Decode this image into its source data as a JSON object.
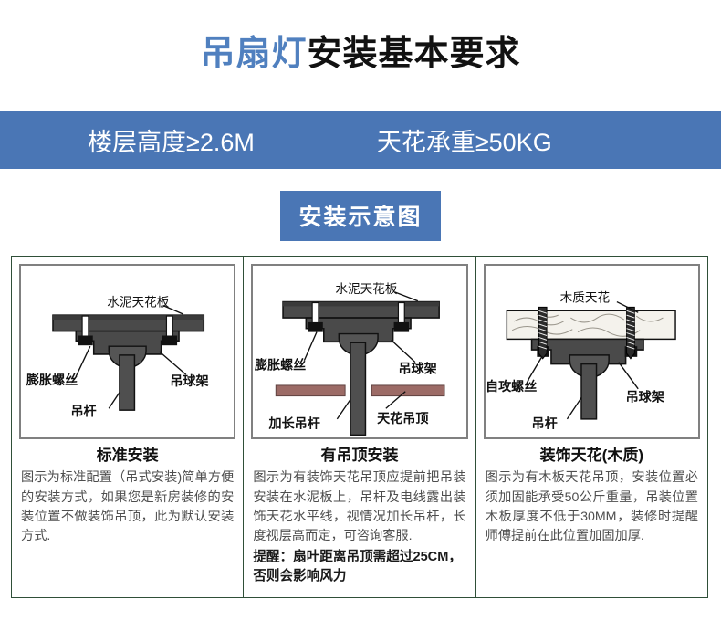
{
  "header": {
    "title_accent": "吊扇灯",
    "title_rest": "安装基本要求",
    "accent_color": "#5080bf"
  },
  "requirement_banner": {
    "background_color": "#4a76b5",
    "items": [
      {
        "label": "楼层高度≥2.6M"
      },
      {
        "label": "天花承重≥50KG"
      }
    ]
  },
  "section_badge": {
    "label": "安装示意图",
    "background_color": "#4a76b5"
  },
  "panels": [
    {
      "id": "standard-installation",
      "title": "标准安装",
      "body": "图示为标准配置（吊式安装)简单方便的安装方式，如果您是新房装修的安装位置不做装饰吊顶，此为默认安装方式.",
      "note": "",
      "diagram": {
        "ceiling_type": "cement",
        "ceiling_color": "#4a4a4a",
        "labels": [
          {
            "name": "cement-ceiling",
            "text": "水泥天花板"
          },
          {
            "name": "expansion-screw",
            "text": "膨胀螺丝"
          },
          {
            "name": "ball-hanger",
            "text": "吊球架"
          },
          {
            "name": "downrod",
            "text": "吊杆"
          }
        ]
      }
    },
    {
      "id": "suspended-ceiling-installation",
      "title": "有吊顶安装",
      "body": "图示为有装饰天花吊顶应提前把吊装安装在水泥板上，吊杆及电线露出装饰天花水平线，视情况加长吊杆，长度视层高而定，可咨询客服.",
      "note": "提醒：扇叶距离吊顶需超过25CM，否则会影响风力",
      "diagram": {
        "ceiling_type": "cement",
        "ceiling_color": "#4a4a4a",
        "false_ceiling_color": "#9c6b66",
        "labels": [
          {
            "name": "cement-ceiling",
            "text": "水泥天花板"
          },
          {
            "name": "expansion-screw",
            "text": "膨胀螺丝"
          },
          {
            "name": "ball-hanger",
            "text": "吊球架"
          },
          {
            "name": "extended-downrod",
            "text": "加长吊杆"
          },
          {
            "name": "false-ceiling",
            "text": "天花吊顶"
          }
        ]
      }
    },
    {
      "id": "wooden-decorative-ceiling",
      "title": "装饰天花(木质)",
      "body": "图示为有木板天花吊顶，安装位置必须加固能承受50公斤重量，吊装位置木板厚度不低于30MM，装修时提醒师傅提前在此位置加固加厚.",
      "note": "",
      "diagram": {
        "ceiling_type": "wood",
        "ceiling_color": "#f2f0ea",
        "labels": [
          {
            "name": "wooden-ceiling",
            "text": "木质天花"
          },
          {
            "name": "self-tapping-screw",
            "text": "自攻螺丝"
          },
          {
            "name": "ball-hanger",
            "text": "吊球架"
          },
          {
            "name": "downrod",
            "text": "吊杆"
          }
        ]
      }
    }
  ]
}
